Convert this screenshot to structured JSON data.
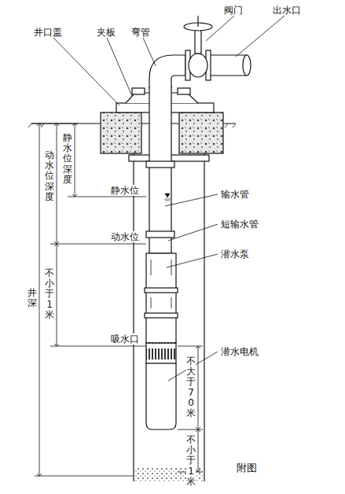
{
  "diagram": {
    "caption": "附图",
    "labels": [
      "阀门",
      "出水口",
      "井口盖",
      "夹板",
      "弯管",
      "静水位深度",
      "动水位深度",
      "静水位",
      "输水管",
      "动水位",
      "短输水管",
      "潜水泵",
      "不小于1米",
      "井深",
      "吸水口",
      "潜水电机",
      "不大于70米",
      "不小于1米"
    ]
  }
}
